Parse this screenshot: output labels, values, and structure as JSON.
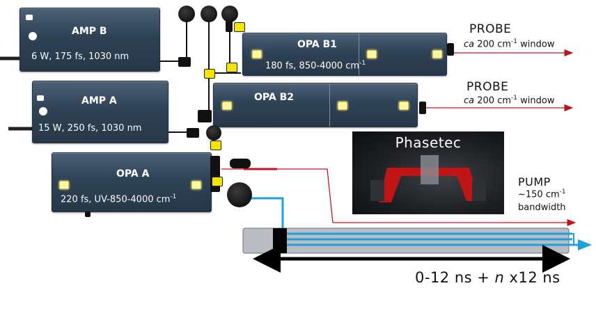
{
  "amp_b": {
    "title": "AMP B",
    "spec": "6 W, 175 fs, 1030 nm"
  },
  "amp_a": {
    "title": "AMP A",
    "spec": "15 W, 250 fs, 1030 nm"
  },
  "opa_b1": {
    "title": "OPA B1",
    "spec": "180 fs, 850-4000 cm",
    "spec_sup": "-1"
  },
  "opa_b2": {
    "title": "OPA B2"
  },
  "opa_a": {
    "title": "OPA A",
    "spec": "220 fs, UV-850-4000 cm",
    "spec_sup": "-1"
  },
  "probe_1": {
    "title": "PROBE",
    "ca": "ca",
    "window": " 200 cm",
    "window_sup": "-1",
    "window_tail": " window"
  },
  "probe_2": {
    "title": "PROBE",
    "ca": "ca",
    "window": " 200 cm",
    "window_sup": "-1",
    "window_tail": " window"
  },
  "shaper": {
    "title": "Phasetec"
  },
  "pump": {
    "title": "PUMP",
    "bandwidth": "~150 cm",
    "bandwidth_sup": "-1",
    "bandwidth_tail": "bandwidth"
  },
  "delay": {
    "prefix": "0-12 ns + ",
    "n": "n",
    "suffix": " x12 ns"
  },
  "colors": {
    "probe_beam": "#c0141b",
    "pump_beam": "#1ea0dc",
    "shaper_beam": "#d01010",
    "laser_body": "#2f4255",
    "indicator": "#fff6a6",
    "mirror_mount": "#f2e600"
  },
  "icons": [
    "mirror-mount-icon",
    "periscope-icon",
    "chopper-icon",
    "arrow-icon"
  ]
}
